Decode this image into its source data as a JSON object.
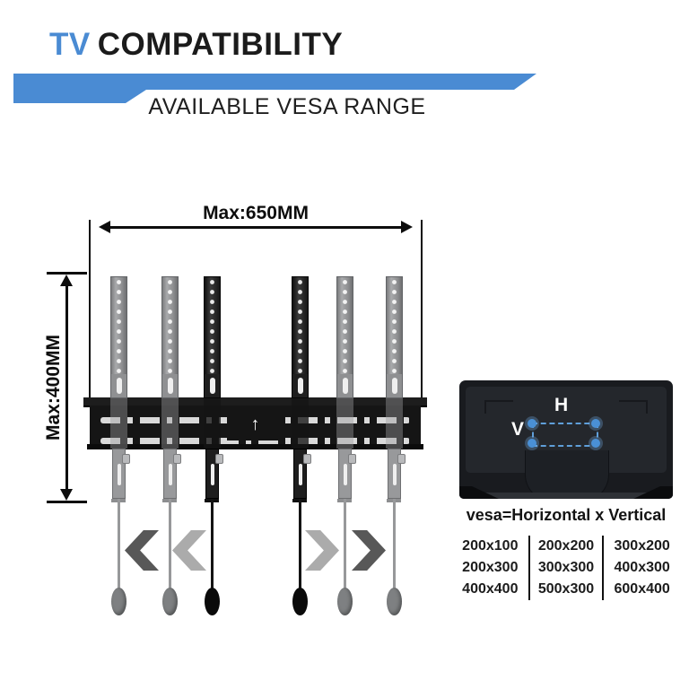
{
  "header": {
    "title_accent": "TV",
    "title_rest": "COMPATIBILITY",
    "subtitle": "AVAILABLE VESA RANGE"
  },
  "colors": {
    "accent_blue": "#4a8bd3",
    "vesa_dot_blue": "#4a90d6",
    "text_dark": "#1b1b1b"
  },
  "diagram": {
    "max_width_label": "Max:650MM",
    "max_height_label": "Max:400MM",
    "plate_arrow": "↑",
    "rail_shades": [
      "gray",
      "gray",
      "black",
      "black",
      "gray",
      "gray"
    ]
  },
  "tv_panel": {
    "horizontal_label": "H",
    "vertical_label": "V",
    "formula": "vesa=Horizontal x Vertical",
    "vesa_table": {
      "rows": [
        [
          "200x100",
          "200x200",
          "300x200"
        ],
        [
          "200x300",
          "300x300",
          "400x300"
        ],
        [
          "400x400",
          "500x300",
          "600x400"
        ]
      ]
    }
  }
}
